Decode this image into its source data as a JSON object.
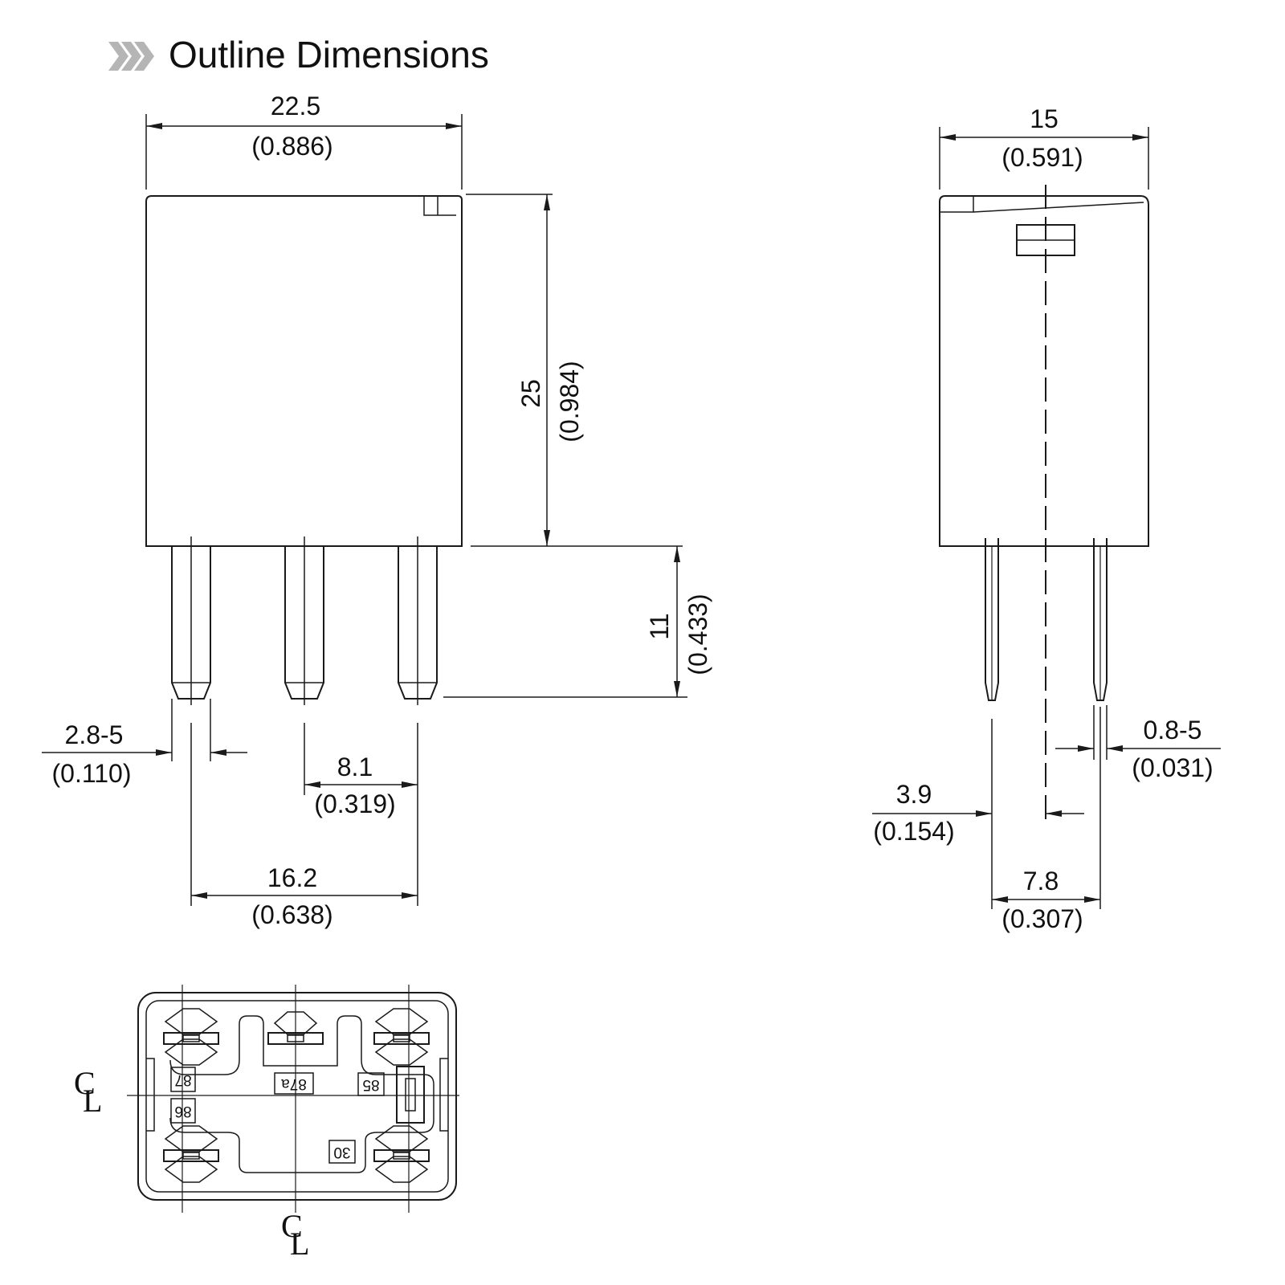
{
  "title": "Outline Dimensions",
  "icons": {
    "title_marker": "triple-chevron-icon"
  },
  "front_view": {
    "width": {
      "mm": "22.5",
      "inch": "(0.886)"
    },
    "height": {
      "mm": "25",
      "inch": "(0.984)"
    },
    "pin_length": {
      "mm": "11",
      "inch": "(0.433)"
    },
    "pin_width": {
      "mm": "2.8-5",
      "inch": "(0.110)"
    },
    "pin_pitch": {
      "mm": "8.1",
      "inch": "(0.319)"
    },
    "pin_span": {
      "mm": "16.2",
      "inch": "(0.638)"
    }
  },
  "side_view": {
    "depth": {
      "mm": "15",
      "inch": "(0.591)"
    },
    "pin_thickness": {
      "mm": "0.8-5",
      "inch": "(0.031)"
    },
    "pin_offset": {
      "mm": "3.9",
      "inch": "(0.154)"
    },
    "pin_spacing": {
      "mm": "7.8",
      "inch": "(0.307)"
    }
  },
  "bottom_view": {
    "pins": [
      "87",
      "86",
      "87a",
      "85",
      "30"
    ],
    "centerline": "CL"
  }
}
